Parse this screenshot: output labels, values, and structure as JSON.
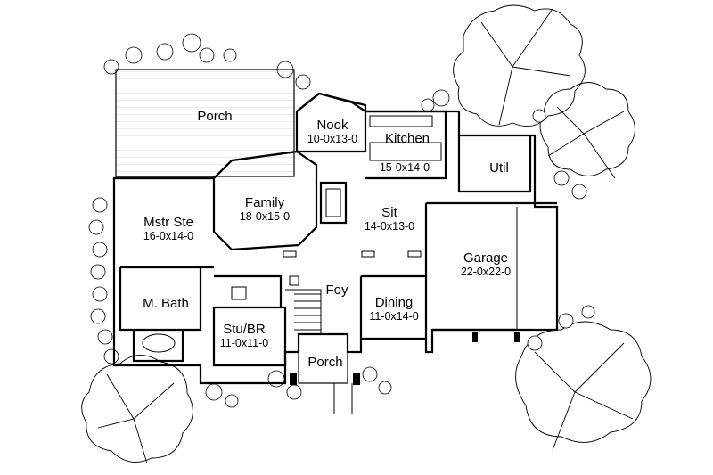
{
  "rooms": {
    "porch_rear": {
      "name": "Porch",
      "dims": ""
    },
    "nook": {
      "name": "Nook",
      "dims": "10-0x13-0"
    },
    "kitchen": {
      "name": "Kitchen",
      "dims": "15-0x14-0"
    },
    "util": {
      "name": "Util",
      "dims": ""
    },
    "family": {
      "name": "Family",
      "dims": "18-0x15-0"
    },
    "sit": {
      "name": "Sit",
      "dims": "14-0x13-0"
    },
    "mstr_ste": {
      "name": "Mstr Ste",
      "dims": "16-0x14-0"
    },
    "garage": {
      "name": "Garage",
      "dims": "22-0x22-0"
    },
    "foy": {
      "name": "Foy",
      "dims": ""
    },
    "m_bath": {
      "name": "M. Bath",
      "dims": ""
    },
    "dining": {
      "name": "Dining",
      "dims": "11-0x14-0"
    },
    "stu_br": {
      "name": "Stu/BR",
      "dims": "11-0x11-0"
    },
    "porch_front": {
      "name": "Porch",
      "dims": ""
    }
  }
}
